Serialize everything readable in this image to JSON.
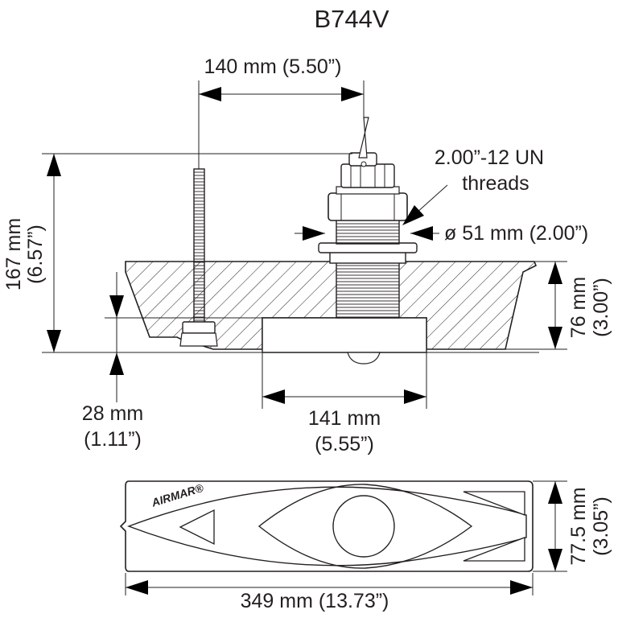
{
  "title": "B744V",
  "dims": {
    "top_width": "140 mm (5.50”)",
    "threads_line1": "2.00”-12 UN",
    "threads_line2": "threads",
    "diameter": "ø 51 mm (2.00”)",
    "height_mm": "167 mm",
    "height_in": "(6.57”)",
    "hull_mm": "76 mm",
    "hull_in": "(3.00”)",
    "offset_mm": "28 mm",
    "offset_in": "(1.11”)",
    "bottom_mm": "141 mm",
    "bottom_in": "(5.55”)",
    "plan_h_mm": "77.5 mm",
    "plan_h_in": "(3.05”)",
    "length": "349 mm (13.73”)"
  },
  "brand": "AIRMAR®"
}
